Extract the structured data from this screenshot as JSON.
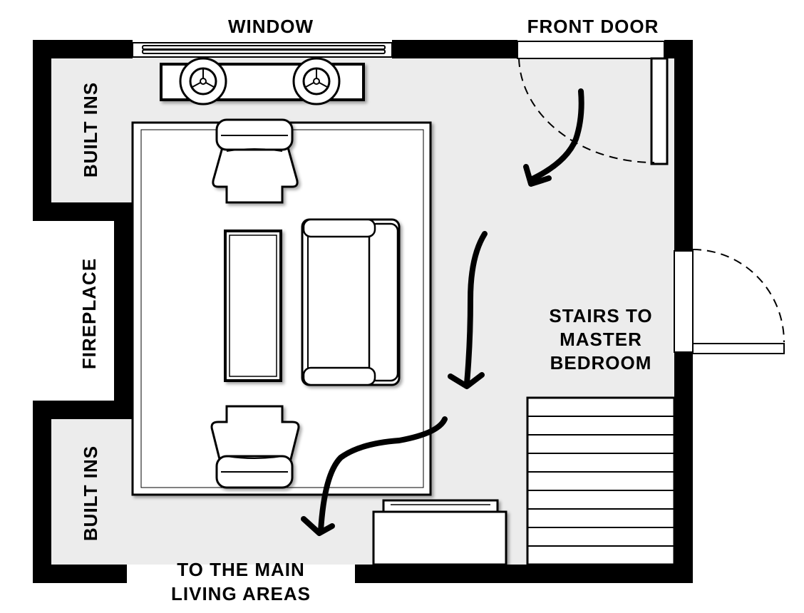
{
  "labels": {
    "window": "WINDOW",
    "front_door": "FRONT DOOR",
    "built_ins_top": "BUILT INS",
    "fireplace": "FIREPLACE",
    "built_ins_bottom": "BUILT INS",
    "stairs_line1": "STAIRS TO",
    "stairs_line2": "MASTER",
    "stairs_line3": "BEDROOM",
    "exit_line1": "TO THE MAIN",
    "exit_line2": "LIVING AREAS"
  },
  "colors": {
    "wall": "#000000",
    "floor": "#ececec",
    "rug": "#ffffff",
    "furniture": "#ffffff",
    "ink": "#000000"
  }
}
